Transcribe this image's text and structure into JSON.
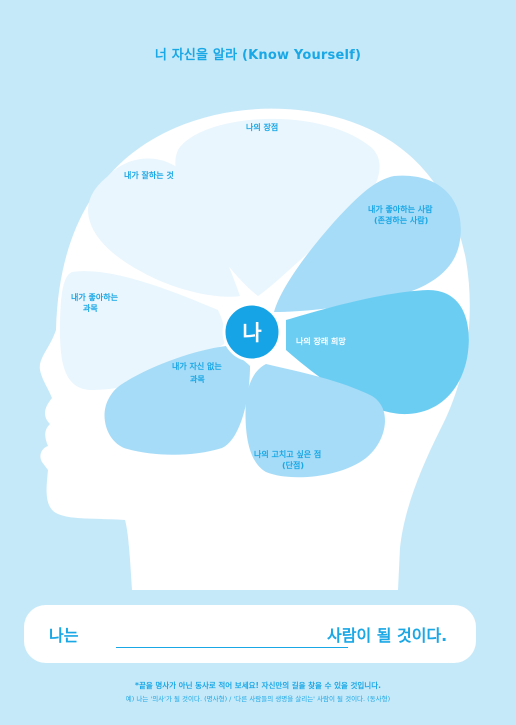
{
  "title": "너 자신을 알라 (Know Yourself)",
  "center": "나",
  "petals": {
    "strengths": "나의 장점",
    "good_at": "내가 잘하는 것",
    "liked_people_1": "내가 좋아하는 사람",
    "liked_people_2": "(존경하는 사람)",
    "liked_subject_1": "내가 좋아하는",
    "liked_subject_2": "과목",
    "future_hope": "나의 장래 희망",
    "weak_subject_1": "내가 자신 없는",
    "weak_subject_2": "과목",
    "to_fix_1": "나의 고치고 싶은 점",
    "to_fix_2": "(단점)"
  },
  "sentence": {
    "prefix": "나는",
    "suffix": "사람이 될 것이다."
  },
  "footer": {
    "note": "*끝을 명사가 아닌 동사로 적어 보세요! 자신만의 길을 찾을 수 있을 것입니다.",
    "example": "예) 나는 '의사'가 될 것이다. (명사형)   /   '다른 사람들의 생명을 살리는' 사람이 될 것이다. (동사형)"
  },
  "colors": {
    "background": "#c6e9f9",
    "accent": "#1aa7e6",
    "petal_light": "#e9f6fd",
    "petal_mid": "#a6dcf7",
    "petal_strong": "#6ccdf3",
    "center": "#17a4e6"
  }
}
